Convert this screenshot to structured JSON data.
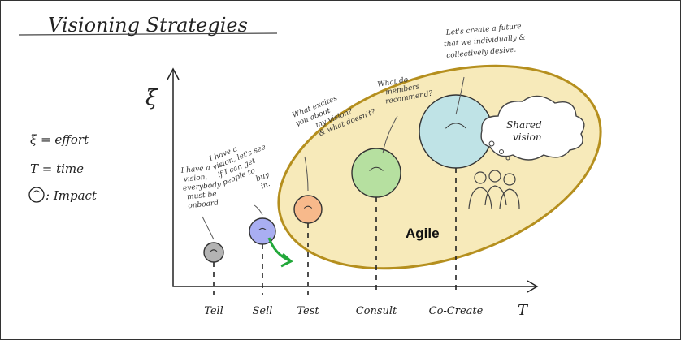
{
  "title": "Visioning Strategies",
  "legend": {
    "effort": "ξ = effort",
    "time": "T = time",
    "impact": ": Impact"
  },
  "axes": {
    "y_symbol": "ξ",
    "x_symbol": "T"
  },
  "stages": [
    {
      "label": "Tell",
      "color": "#b3b3b3"
    },
    {
      "label": "Sell",
      "color": "#a9aef2"
    },
    {
      "label": "Test",
      "color": "#f7b98b"
    },
    {
      "label": "Consult",
      "color": "#b6e0a0"
    },
    {
      "label": "Co-Create",
      "color": "#bfe3e6"
    }
  ],
  "notes": {
    "tell": [
      "I have a",
      "vision,",
      "everybody",
      "must be",
      "onboard"
    ],
    "sell": [
      "I have a",
      "vision, let's see",
      "if I can get",
      "people to",
      "buy",
      "in."
    ],
    "test": [
      "What excites",
      "you about",
      "my vision?",
      "& what doesn't?"
    ],
    "consult": [
      "What do",
      "members",
      "recommend?"
    ],
    "cocreate": [
      "Let's create a future",
      "that we individually &",
      "collectively desive."
    ]
  },
  "agile_label": "Agile",
  "cloud_label": [
    "Shared",
    "vision"
  ],
  "colors": {
    "agile_fill": "#f7eaba",
    "agile_stroke": "#b58f1e",
    "arrow": "#22a83a"
  }
}
